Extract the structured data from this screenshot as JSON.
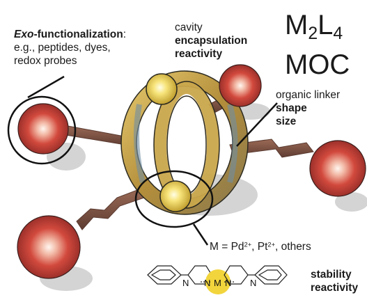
{
  "title": {
    "base": "M",
    "sub1": "2",
    "mid": "L",
    "sub2": "4",
    "line2": "MOC"
  },
  "exo": {
    "emph": "Exo",
    "rest": "-functionalization",
    "colon": ":",
    "line2": "e.g., peptides, dyes,",
    "line3": "redox probes"
  },
  "cavity": {
    "line1": "cavity",
    "line2": "encapsulation",
    "line3": "reactivity"
  },
  "linker": {
    "line1": "organic linker",
    "line2": "shape",
    "line3": "size"
  },
  "metal": {
    "prefix": "M = Pd",
    "sup1": "2+",
    "mid": ", Pt",
    "sup2": "2+",
    "suffix": ", others"
  },
  "coordination": {
    "line1": "stability",
    "line2": "reactivity",
    "atom_n": "N",
    "atom_m": "M"
  },
  "colors": {
    "ball": "#c9403a",
    "ball_highlight": "#fff3ec",
    "cage": "#c7a64a",
    "metal_node": "#f2d53c",
    "outline": "#111111"
  }
}
